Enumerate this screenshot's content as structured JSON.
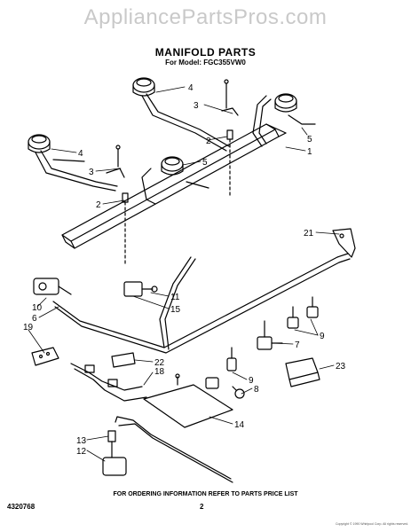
{
  "watermark": "AppliancePartsPros.com",
  "title": "MANIFOLD PARTS",
  "model_line": "For Model: FGC355VW0",
  "footer_instruction": "FOR ORDERING INFORMATION REFER TO PARTS PRICE LIST",
  "document_number": "4320768",
  "page_number": "2",
  "copyright": "Copyright © 1990 Whirlpool Corp. All rights reserved.",
  "callouts": [
    "1",
    "2",
    "2",
    "3",
    "3",
    "4",
    "4",
    "5",
    "5",
    "6",
    "7",
    "8",
    "9",
    "9",
    "10",
    "11",
    "12",
    "13",
    "14",
    "15",
    "18",
    "19",
    "21",
    "22",
    "23"
  ]
}
